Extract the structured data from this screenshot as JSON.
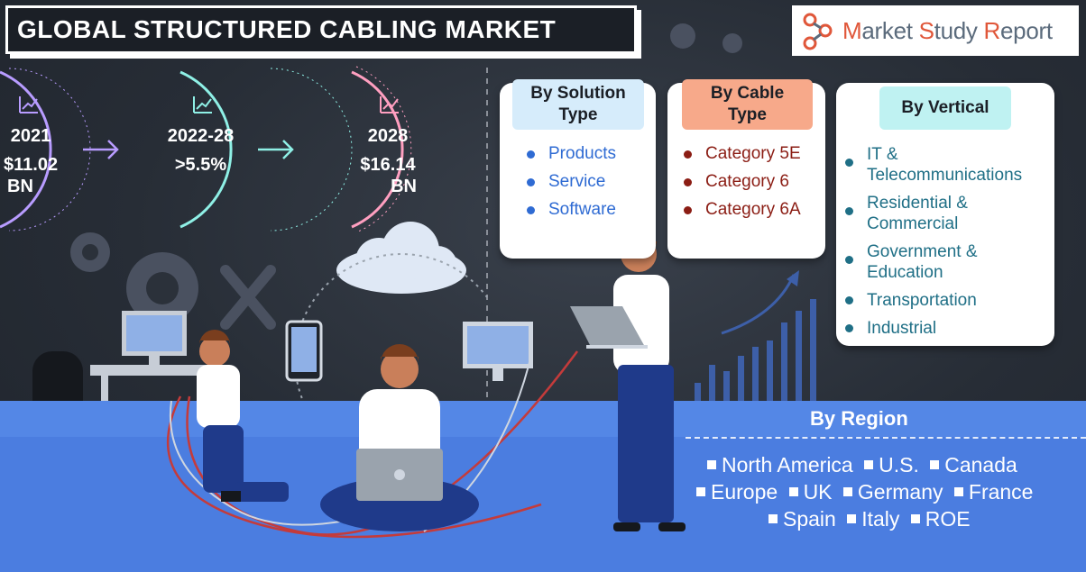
{
  "header": {
    "title": "GLOBAL STRUCTURED CABLING MARKET",
    "logo_text": "Market Study Report"
  },
  "stats": [
    {
      "year": "2021",
      "value_line1": "$11.02",
      "value_line2": "BN",
      "color": "#b89cff"
    },
    {
      "year": "2022-28",
      "value_line1": ">5.5%",
      "value_line2": "",
      "color": "#8ff0e6"
    },
    {
      "year": "2028",
      "value_line1": "$16.14",
      "value_line2": "BN",
      "color": "#ff9fc0"
    }
  ],
  "segments": {
    "solution": {
      "title_line1": "By Solution",
      "title_line2": "Type",
      "header_color": "#d6ecfb",
      "bullet_color": "#2f6bd3",
      "text_color": "#2f6bd3",
      "items": [
        "Products",
        "Service",
        "Software"
      ]
    },
    "cable": {
      "title_line1": "By Cable",
      "title_line2": "Type",
      "header_color": "#f7a98a",
      "bullet_color": "#8b1d14",
      "text_color": "#8b1d14",
      "items": [
        "Category 5E",
        "Category 6",
        "Category 6A"
      ]
    },
    "vertical": {
      "title": "By Vertical",
      "header_color": "#bff2f2",
      "bullet_color": "#1f7f8c",
      "text_color": "#1f6f86",
      "items": [
        {
          "line1": "IT &",
          "line2": "Telecommunications"
        },
        {
          "line1": "Residential &",
          "line2": "Commercial"
        },
        {
          "line1": "Government &",
          "line2": "Education"
        },
        {
          "line1": "Transportation",
          "line2": ""
        },
        {
          "line1": "Industrial",
          "line2": ""
        }
      ]
    }
  },
  "region": {
    "title": "By Region",
    "rows": [
      [
        "North America",
        "U.S.",
        "Canada"
      ],
      [
        "Europe",
        "UK",
        "Germany",
        "France"
      ],
      [
        "Spain",
        "Italy",
        "ROE"
      ]
    ]
  }
}
